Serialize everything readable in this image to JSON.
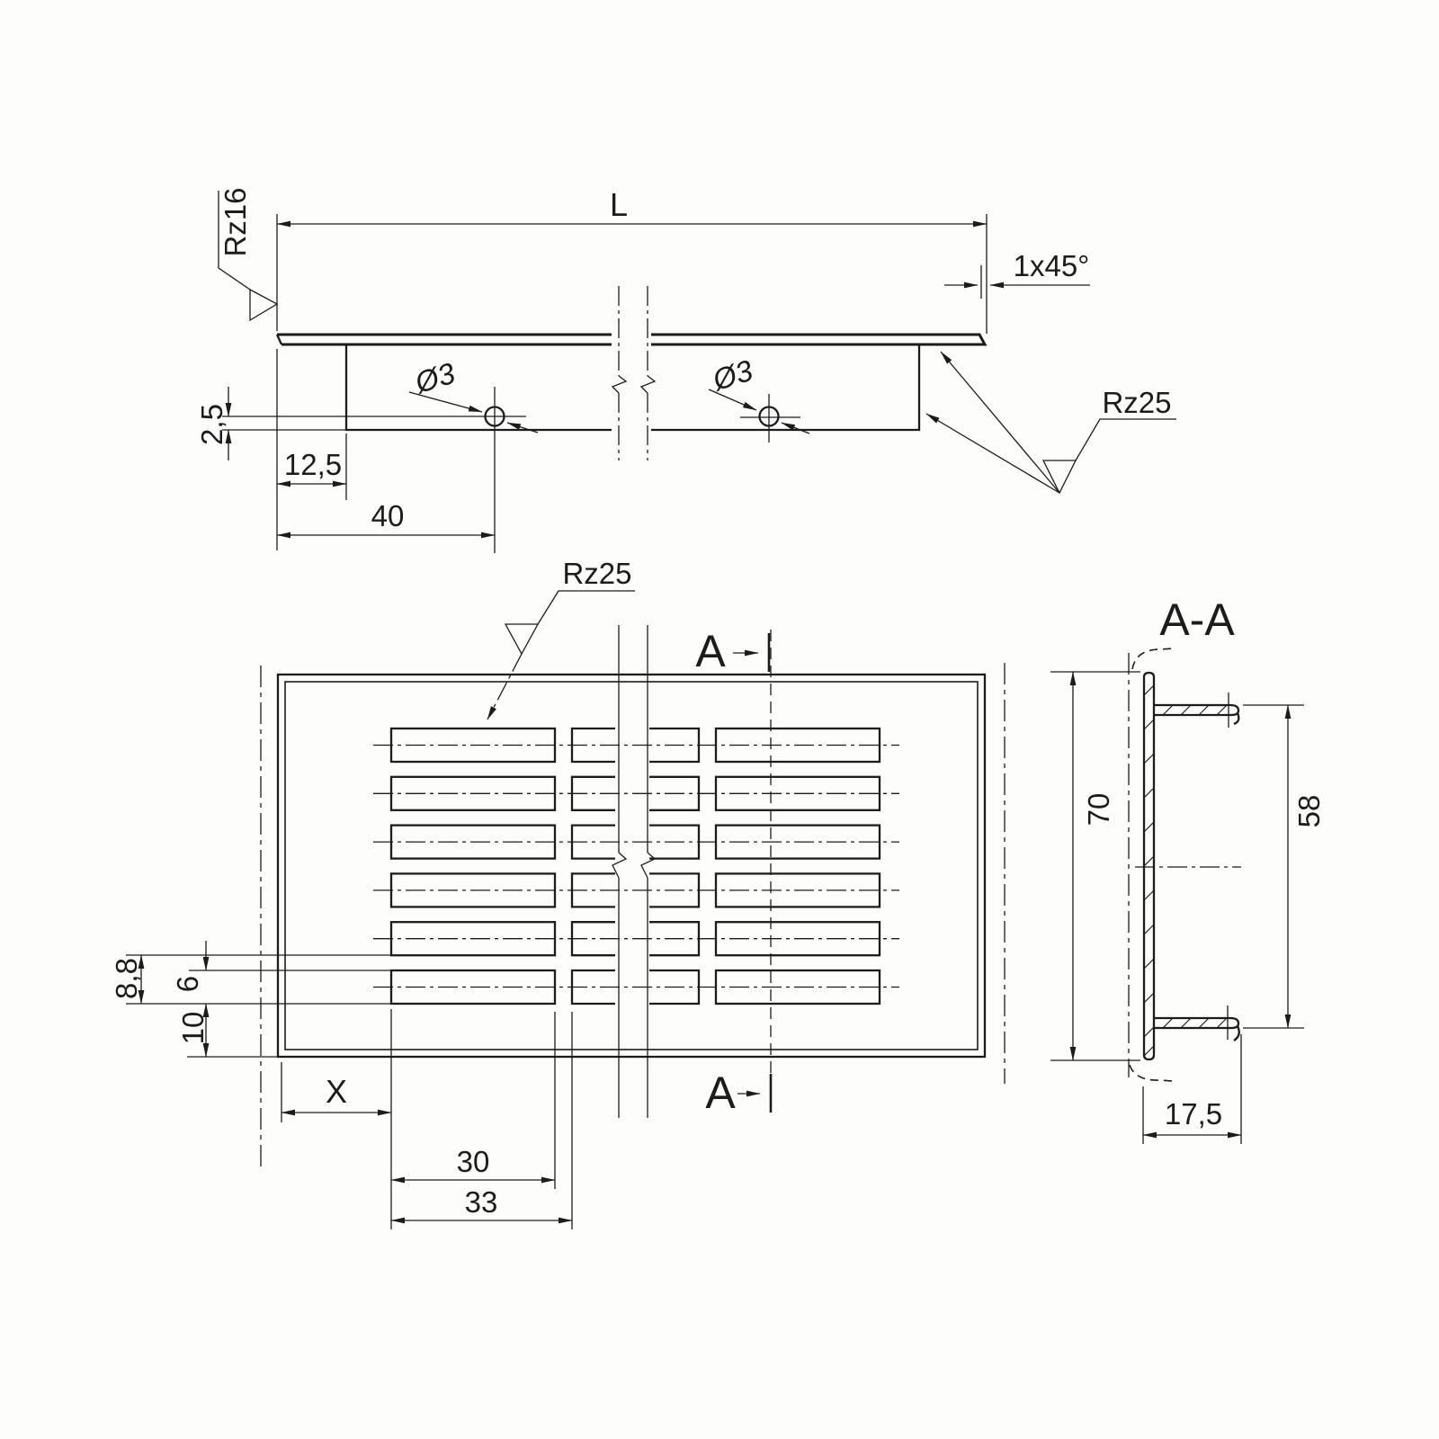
{
  "page": {
    "background": "#fdfdfc",
    "ink": "#1c1c1c",
    "kind": "technical-drawing",
    "part": "louvered ventilation grille profile"
  },
  "views": {
    "side_view": {
      "labels": {
        "length": "L",
        "chamfer": "1x45°",
        "roughness_left": "Rz16",
        "roughness_right": "Rz25",
        "hole_left": "Ø3",
        "hole_right": "Ø3",
        "hole_offset": "2,5",
        "edge_to_web": "12,5",
        "edge_to_hole": "40"
      }
    },
    "front_view": {
      "labels": {
        "roughness": "Rz25",
        "section_top": "A",
        "section_bottom": "A",
        "row_pitch": "8,8",
        "slot_height": "6",
        "bottom_margin": "10",
        "edge_offset": "X",
        "slot_length": "30",
        "slot_pitch": "33"
      }
    },
    "section_view": {
      "labels": {
        "title": "A-A",
        "height": "70",
        "opening": "58",
        "depth": "17,5"
      }
    }
  }
}
